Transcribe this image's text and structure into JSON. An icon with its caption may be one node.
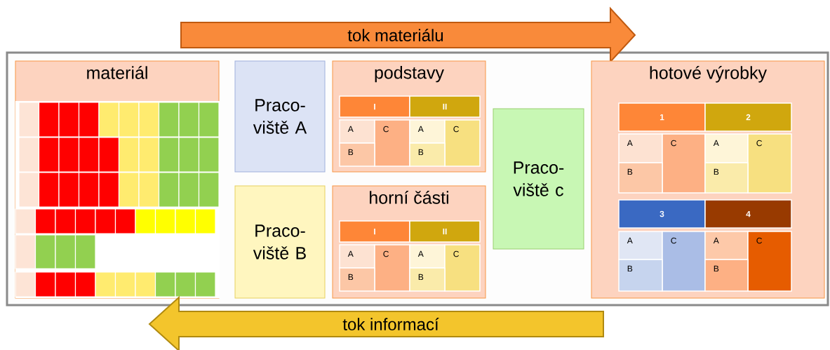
{
  "diagram": {
    "nodes": [
      {
        "text": [
          "tok materiálu"
        ]
      },
      {
        "text": [
          "materiál"
        ]
      },
      {
        "text": [
          "Praco- viště A"
        ]
      },
      {
        "text": [
          "podstavy"
        ]
      },
      {
        "text": [
          "I"
        ],
        "in": 3
      },
      {
        "text": [
          "II"
        ],
        "in": 3
      },
      {
        "text": [
          "A"
        ],
        "in": 3
      },
      {
        "text": [
          "C"
        ],
        "in": 3
      },
      {
        "text": [
          "A"
        ],
        "in": 3
      },
      {
        "text": [
          "C"
        ],
        "in": 3
      },
      {
        "text": [
          "B"
        ],
        "in": 3
      },
      {
        "text": [
          "B"
        ],
        "in": 3
      },
      {
        "text": [
          "Praco- viště c"
        ]
      },
      {
        "text": [
          "hotové výrobky"
        ]
      },
      {
        "text": [
          "1"
        ],
        "in": 13
      },
      {
        "text": [
          "2"
        ],
        "in": 13
      },
      {
        "text": [
          "A"
        ],
        "in": 13
      },
      {
        "text": [
          "C"
        ],
        "in": 13
      },
      {
        "text": [
          "A"
        ],
        "in": 13
      },
      {
        "text": [
          "C"
        ],
        "in": 13
      },
      {
        "text": [
          "B"
        ],
        "in": 13
      },
      {
        "text": [
          "B"
        ],
        "in": 13
      },
      {
        "text": [
          "3"
        ],
        "in": 13
      },
      {
        "text": [
          "4"
        ],
        "in": 13
      },
      {
        "text": [
          "A"
        ],
        "in": 13
      },
      {
        "text": [
          "C"
        ],
        "in": 13
      },
      {
        "text": [
          "A"
        ],
        "in": 13
      },
      {
        "text": [
          "C"
        ],
        "in": 13
      },
      {
        "text": [
          "B"
        ],
        "in": 13
      },
      {
        "text": [
          "B"
        ],
        "in": 13
      },
      {
        "text": [
          "Praco- viště B"
        ]
      },
      {
        "text": [
          "horní části"
        ]
      },
      {
        "text": [
          "I"
        ],
        "in": 31
      },
      {
        "text": [
          "II"
        ],
        "in": 31
      },
      {
        "text": [
          "A"
        ],
        "in": 31
      },
      {
        "text": [
          "C"
        ],
        "in": 31
      },
      {
        "text": [
          "A"
        ],
        "in": 31
      },
      {
        "text": [
          "C"
        ],
        "in": 31
      },
      {
        "text": [
          "B"
        ],
        "in": 31
      },
      {
        "text": [
          "B"
        ],
        "in": 31
      },
      {
        "text": [
          "tok informací"
        ]
      }
    ]
  }
}
